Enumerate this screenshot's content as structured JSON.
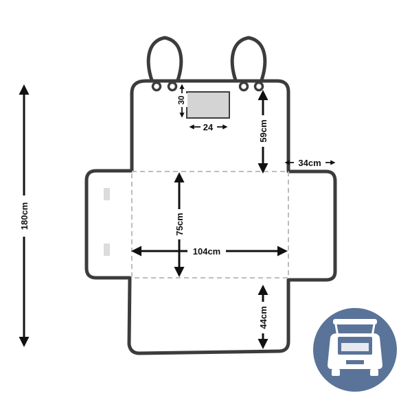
{
  "dimensions": {
    "total_length": "180cm",
    "pocket_height": "30",
    "pocket_width": "24",
    "backrest_height": "59cm",
    "flap_width": "34cm",
    "seat_length": "75cm",
    "seat_width": "104cm",
    "bottom_height": "44cm"
  },
  "icons": {
    "badge": "car-trunk-open-icon"
  },
  "colors": {
    "outline": "#3c3c3c",
    "fold_line": "#bdbdbd",
    "pocket": "#d4d4d4",
    "badge_bg": "#5a7398",
    "arrow": "#111111"
  }
}
